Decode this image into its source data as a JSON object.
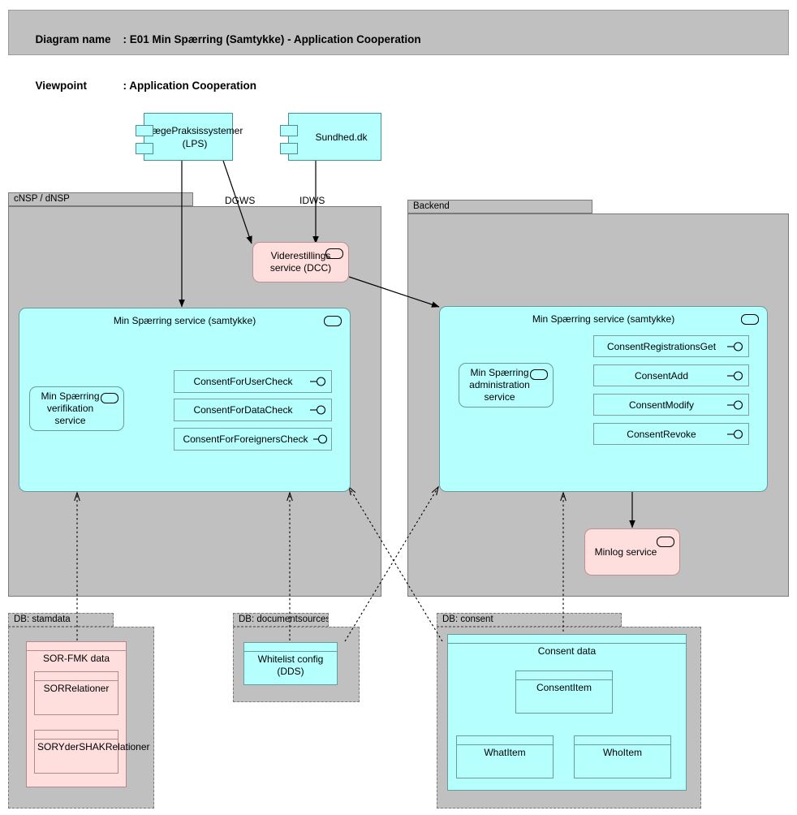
{
  "header": {
    "diagram_name_label": "Diagram name",
    "diagram_name_value": ": E01 Min Spærring (Samtykke) - Application Cooperation",
    "viewpoint_label": "Viewpoint",
    "viewpoint_value": ": Application Cooperation"
  },
  "colors": {
    "cyan": "#B5FFFF",
    "pink": "#FFDEDE",
    "group_gray": "#C0C0C0",
    "title_gray": "#C0C0C0",
    "line": "#000000"
  },
  "external_components": [
    {
      "name": "lpf",
      "label": "LægePraksissystemer (LPS)"
    },
    {
      "name": "sundhed",
      "label": "Sundhed.dk"
    }
  ],
  "edge_labels": [
    {
      "name": "dgws",
      "label": "DGWS"
    },
    {
      "name": "idws",
      "label": "IDWS"
    }
  ],
  "groups": {
    "cnsp": {
      "label": "cNSP / dNSP"
    },
    "backend": {
      "label": "Backend"
    },
    "db_stamdata": {
      "label": "DB: stamdata"
    },
    "db_documentsources": {
      "label": "DB: documentsources (DDS)"
    },
    "db_consent": {
      "label": "DB: consent"
    }
  },
  "cnsp": {
    "viderestillings_service": "Viderestillings service (DCC)",
    "min_spaerring_service": "Min Spærring service (samtykke)",
    "verifikation_service": "Min Spærring verifikation service",
    "interfaces": [
      {
        "name": "consent-for-user-check",
        "label": "ConsentForUserCheck"
      },
      {
        "name": "consent-for-data-check",
        "label": "ConsentForDataCheck"
      },
      {
        "name": "consent-for-foreigners-check",
        "label": "ConsentForForeignersCheck"
      }
    ]
  },
  "backend": {
    "min_spaerring_service": "Min Spærring service (samtykke)",
    "administration_service": "Min Spærring administration service",
    "minlog_service": "Minlog service",
    "interfaces": [
      {
        "name": "consent-registrations-get",
        "label": "ConsentRegistrationsGet"
      },
      {
        "name": "consent-add",
        "label": "ConsentAdd"
      },
      {
        "name": "consent-modify",
        "label": "ConsentModify"
      },
      {
        "name": "consent-revoke",
        "label": "ConsentRevoke"
      }
    ]
  },
  "db_stamdata": {
    "root": "SOR-FMK data",
    "children": [
      {
        "name": "sorrelationer",
        "label": "SORRelationer"
      },
      {
        "name": "soryder-shak-relationer",
        "label": "SORYderSHAKRelationer"
      }
    ]
  },
  "db_documentsources": {
    "root": "Whitelist config (DDS)"
  },
  "db_consent": {
    "root": "Consent data",
    "item": "ConsentItem",
    "children": [
      {
        "name": "whatitem",
        "label": "WhatItem"
      },
      {
        "name": "whoitem",
        "label": "WhoItem"
      }
    ]
  }
}
